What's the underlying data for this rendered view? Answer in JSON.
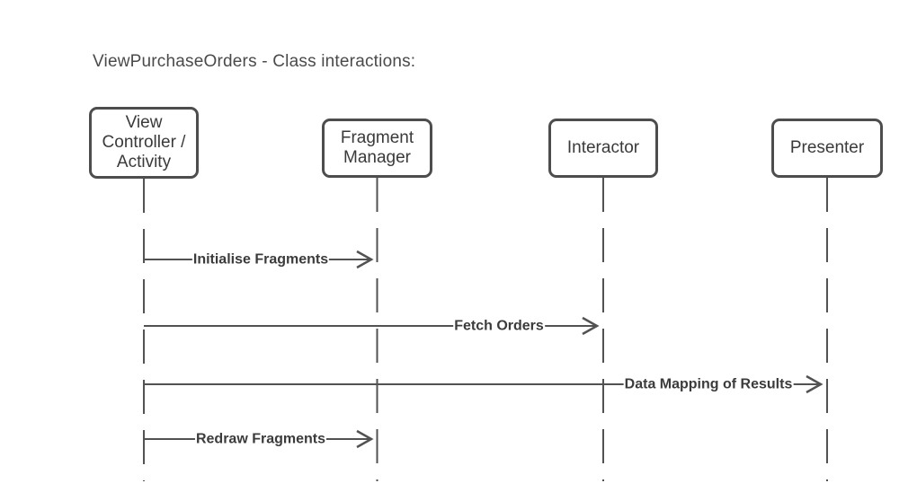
{
  "diagram": {
    "title": "ViewPurchaseOrders - Class interactions:",
    "actors": [
      {
        "id": "view-controller-activity",
        "label": "View Controller / Activity"
      },
      {
        "id": "fragment-manager",
        "label": "Fragment Manager"
      },
      {
        "id": "interactor",
        "label": "Interactor"
      },
      {
        "id": "presenter",
        "label": "Presenter"
      }
    ],
    "messages": [
      {
        "label": "Initialise Fragments",
        "from": "view-controller-activity",
        "to": "fragment-manager"
      },
      {
        "label": "Fetch Orders",
        "from": "view-controller-activity",
        "to": "interactor"
      },
      {
        "label": "Data Mapping of Results",
        "from": "view-controller-activity",
        "to": "presenter"
      },
      {
        "label": "Redraw Fragments",
        "from": "view-controller-activity",
        "to": "fragment-manager"
      }
    ],
    "colors": {
      "stroke": "#525252",
      "actor_border": "#4d4d4d",
      "actor_text": "#3a3a3a",
      "title_text": "#4a4a4a",
      "message_text": "#3b3b3b",
      "background": "#ffffff"
    }
  }
}
